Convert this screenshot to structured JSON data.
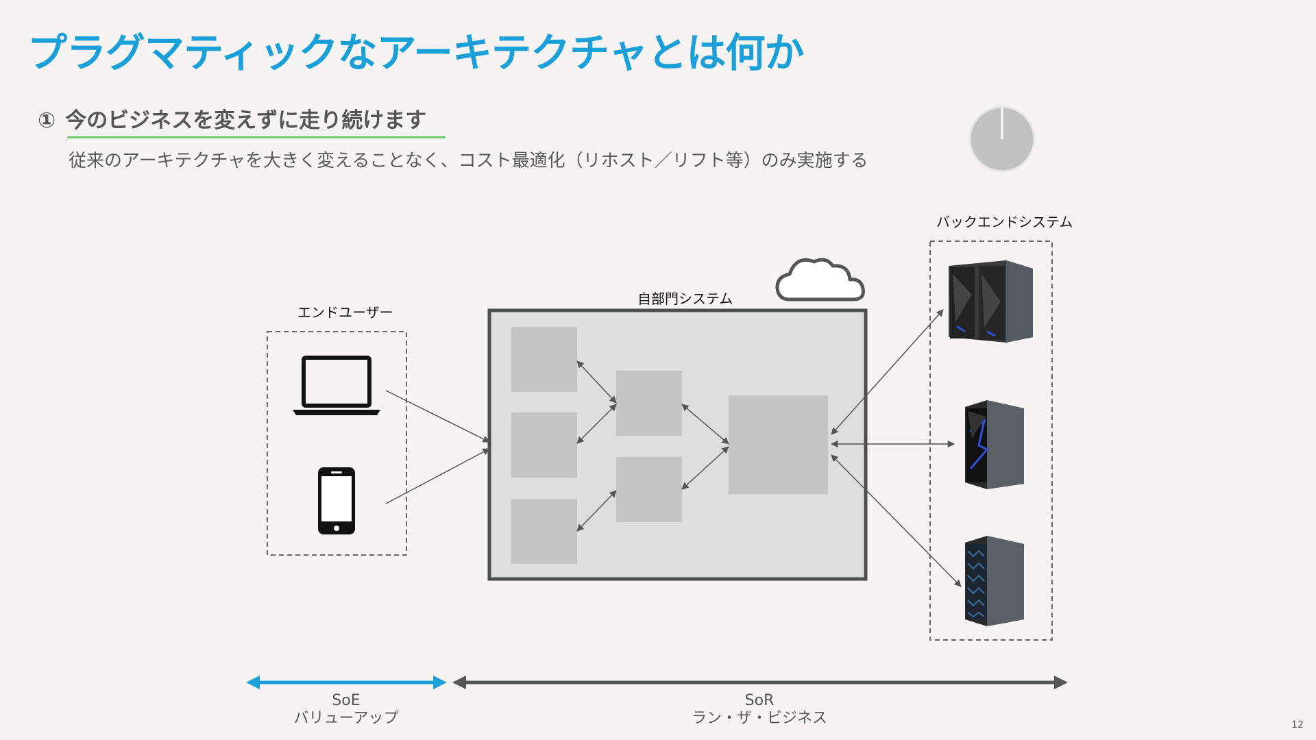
{
  "slide": {
    "title": "プラグマティックなアーキテクチャとは何か",
    "step_number": "①",
    "step_heading": "今のビジネスを変えずに走り続けます",
    "subtitle": "従来のアーキテクチャを大きく変えることなく、コスト最適化（リホスト／リフト等）のみ実施する",
    "page_number": "12"
  },
  "diagram": {
    "end_user_label": "エンドユーザー",
    "department_system_label": "自部門システム",
    "backend_label": "バックエンドシステム",
    "soe": {
      "name": "SoE",
      "description": "バリューアップ"
    },
    "sor": {
      "name": "SoR",
      "description": "ラン・ザ・ビジネス"
    },
    "colors": {
      "soe_arrow": "#1a9fd9",
      "sor_arrow": "#555555",
      "title": "#1a9fd9",
      "underline": "#6ec96e"
    }
  }
}
